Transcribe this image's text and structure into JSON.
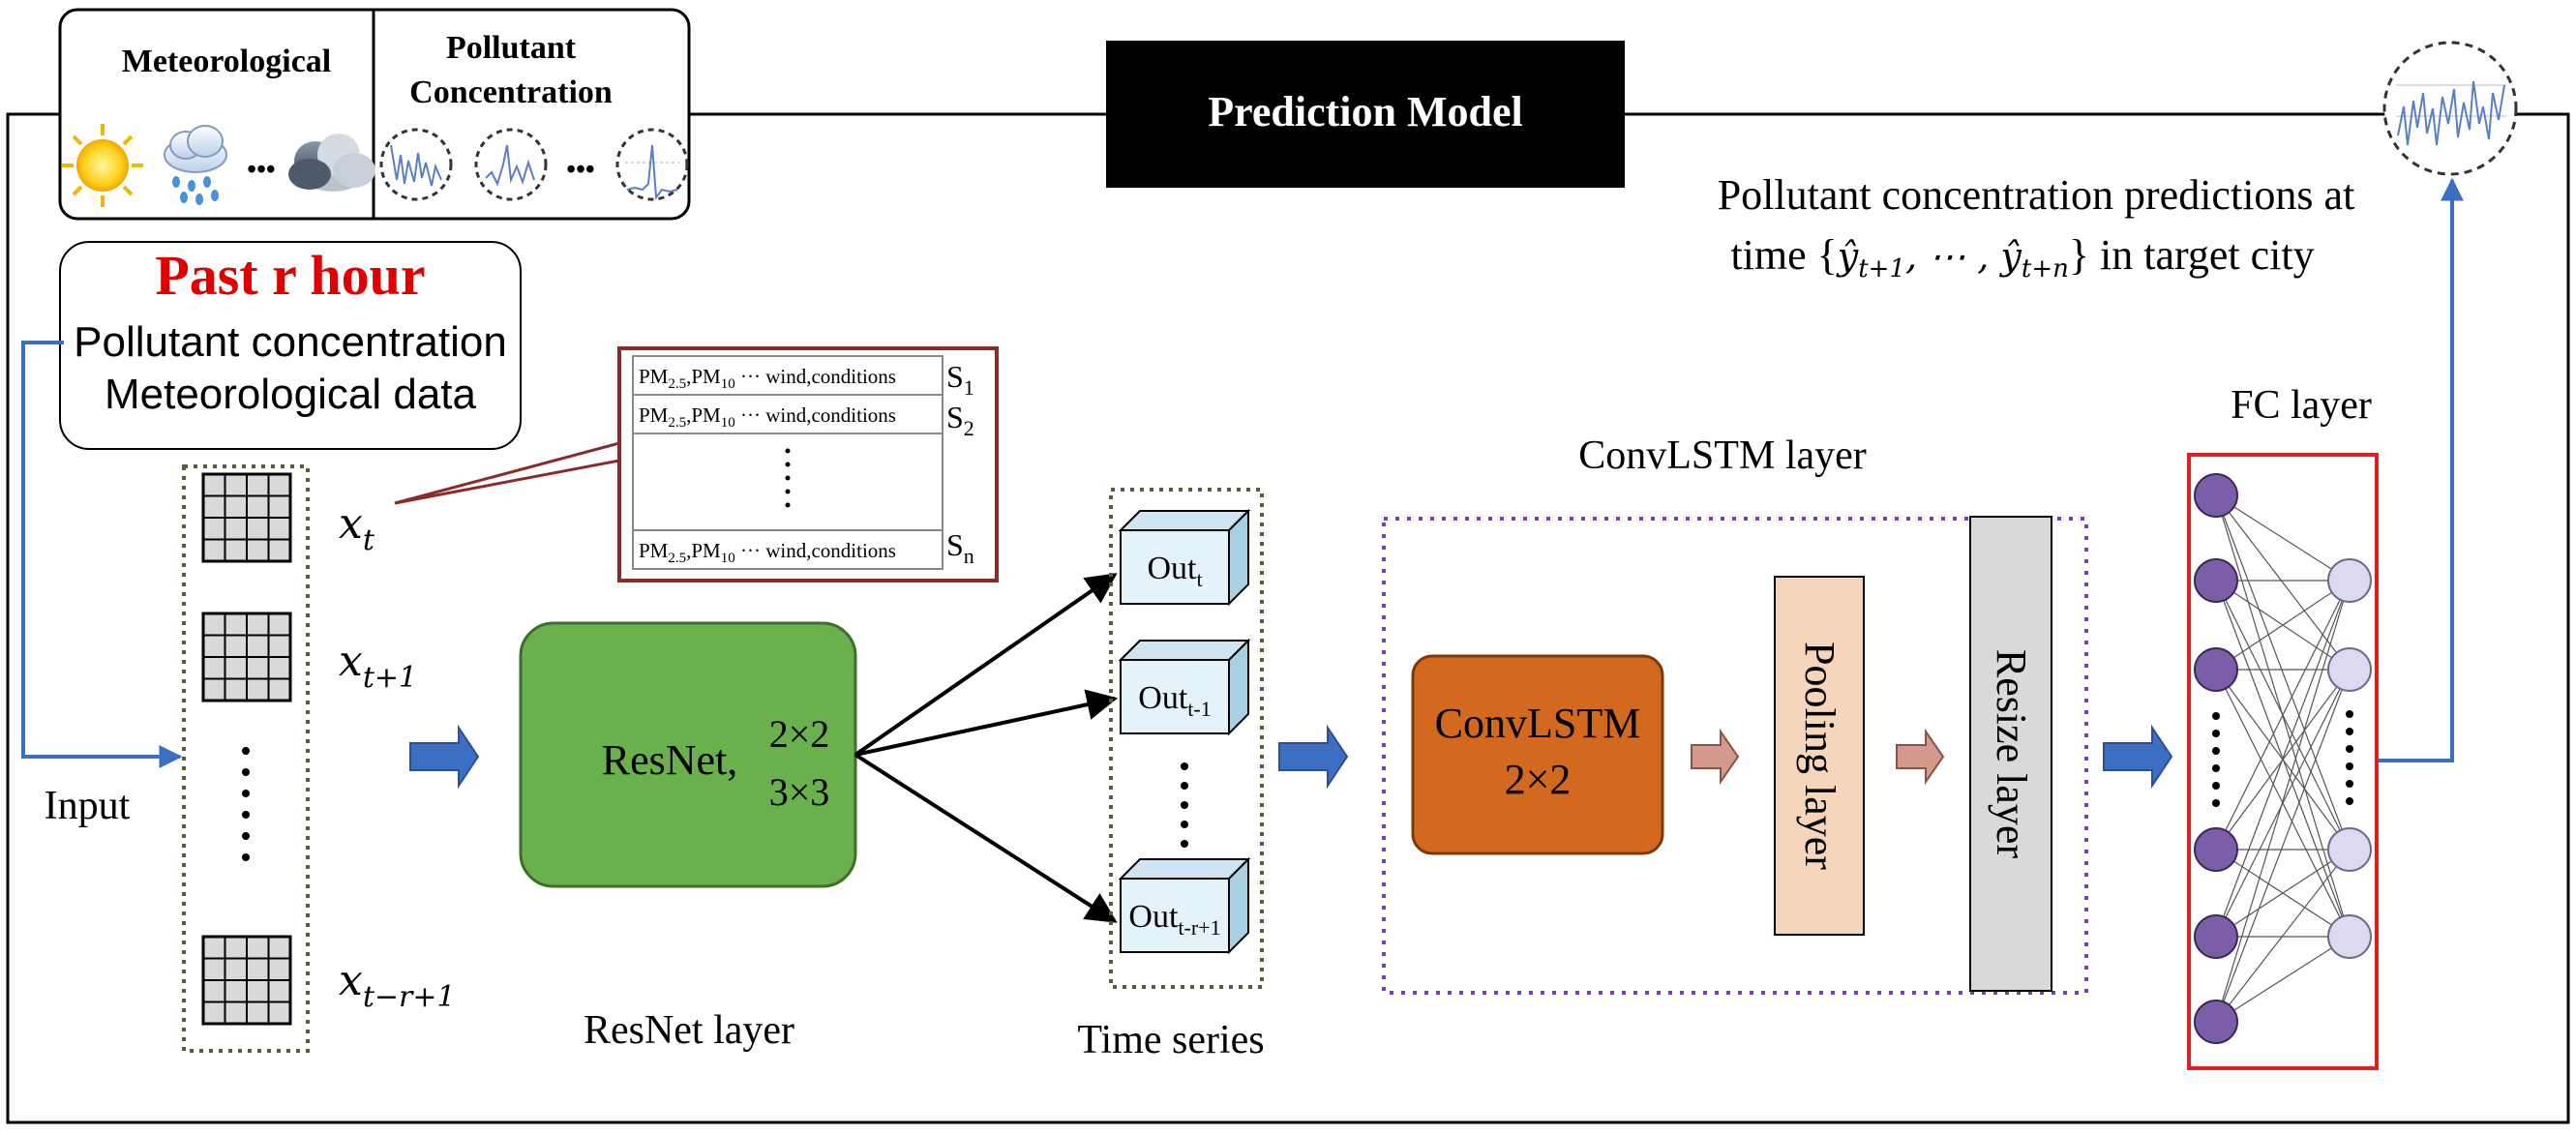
{
  "header": {
    "meteorological_label": "Meteorological",
    "pollutant_label_line1": "Pollutant",
    "pollutant_label_line2": "Concentration",
    "ellipsis": "•••"
  },
  "title": "Prediction Model",
  "past_box": {
    "title": "Past r hour",
    "line1": "Pollutant concentration",
    "line2": "Meteorological data"
  },
  "input_label": "Input",
  "input_steps": [
    "x_t",
    "x_t+1",
    "x_t-r+1"
  ],
  "station_table": {
    "row_text": "PM2.5,PM10 ··· wind,conditions",
    "rows": [
      {
        "pm25": "PM",
        "pm25_sub": "2.5",
        "pm10": ",PM",
        "pm10_sub": "10",
        "rest": " ··· wind,conditions",
        "station": "S",
        "station_sub": "1"
      },
      {
        "pm25": "PM",
        "pm25_sub": "2.5",
        "pm10": ",PM",
        "pm10_sub": "10",
        "rest": " ··· wind,conditions",
        "station": "S",
        "station_sub": "2"
      },
      {
        "pm25": "PM",
        "pm25_sub": "2.5",
        "pm10": ",PM",
        "pm10_sub": "10",
        "rest": " ··· wind,conditions",
        "station": "S",
        "station_sub": "n"
      }
    ]
  },
  "resnet": {
    "name": "ResNet,",
    "kernel1": "2×2",
    "kernel2": "3×3",
    "layer_label": "ResNet layer"
  },
  "time_series": {
    "label": "Time series",
    "outs": [
      {
        "main": "Out",
        "sub": "t"
      },
      {
        "main": "Out",
        "sub": "t-1"
      },
      {
        "main": "Out",
        "sub": "t-r+1"
      }
    ]
  },
  "convlstm": {
    "layer_label": "ConvLSTM layer",
    "block_line1": "ConvLSTM",
    "block_line2": "2×2",
    "pooling": "Pooling layer",
    "resize": "Resize layer"
  },
  "fc": {
    "label": "FC layer"
  },
  "output": {
    "line1": "Pollutant concentration predictions at",
    "line2_pre": "time {",
    "line2_math": "ŷ t+1, ⋯ , ŷ t+n",
    "line2_post": "} in target city"
  },
  "colors": {
    "red_title": "#e00000",
    "resnet_green": "#6ab04c",
    "convlstm_orange": "#d2691e",
    "pooling_fill": "#f5d6bb",
    "resize_fill": "#d9d9d9",
    "node_purple": "#7b5ea7",
    "node_light": "#dcdaf0",
    "arrow_blue": "#3c6fc4",
    "fc_border": "#e02020",
    "dotted_green": "#5a5a3c",
    "dotted_purple": "#7b3fb4"
  }
}
